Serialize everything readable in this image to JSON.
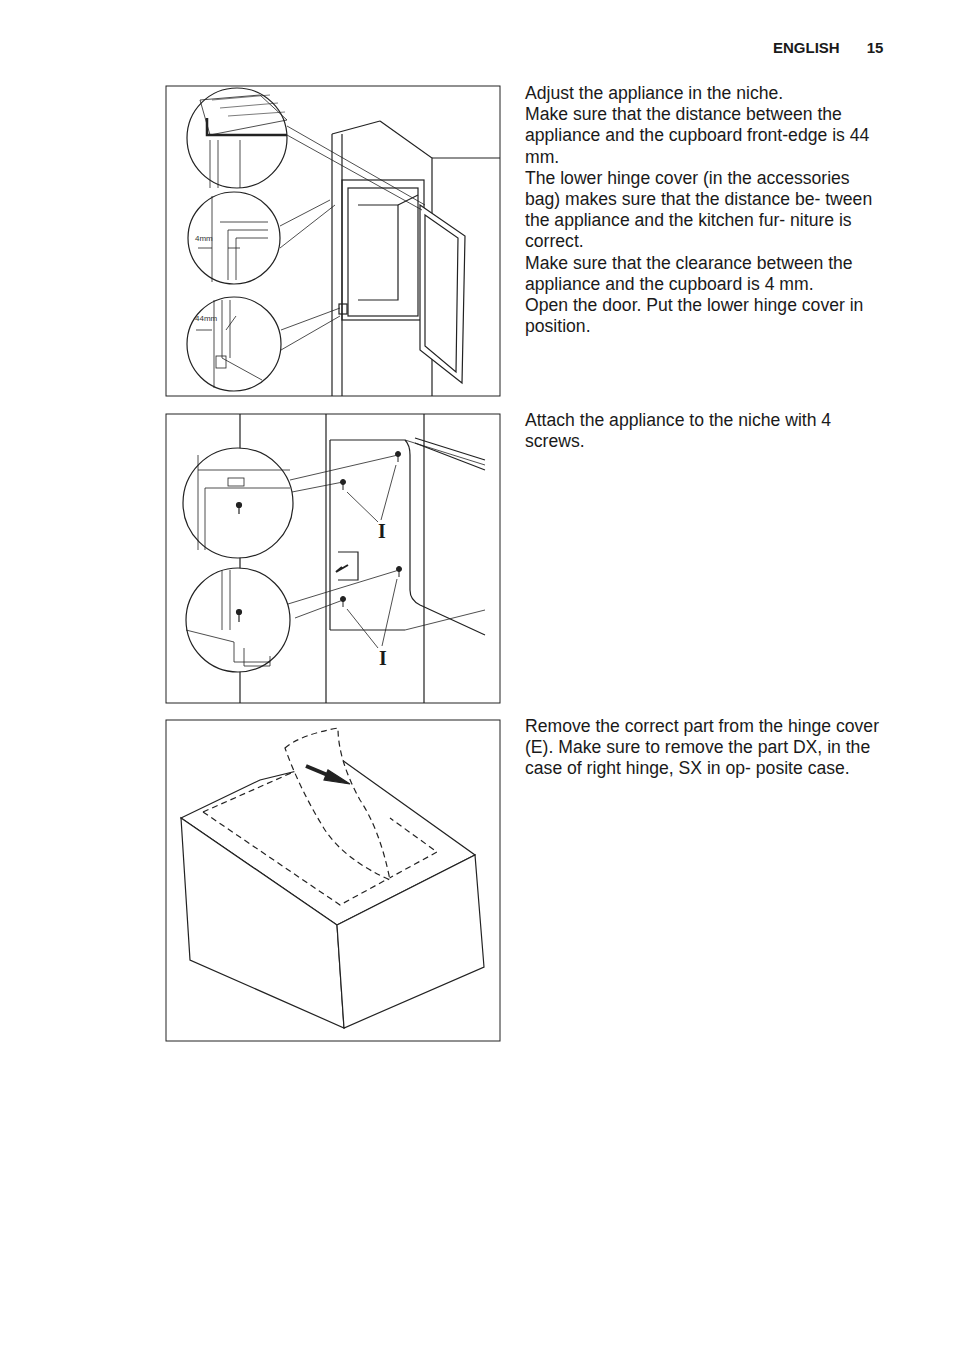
{
  "diagram": {
    "labels": [
      "ENGLISH",
      "15",
      "Adjust the appliance in the niche.",
      "Make sure that the distance between the appliance and the cupboard front-edge is 44 mm.",
      "The lower hinge cover (in the accessories bag) makes sure that the distance be- tween the appliance and the kitchen fur- niture is correct.",
      "Make sure that the clearance between the appliance and the cupboard is 4 mm.",
      "Open the door. Put the lower hinge cover in position.",
      "Attach the appliance to the niche with 4 screws.",
      "Remove the correct part from the hinge cover (E). Make sure to remove the part DX, in the case of right hinge, SX in op- posite case.",
      "4mm",
      "44mm",
      "I",
      "I"
    ]
  }
}
